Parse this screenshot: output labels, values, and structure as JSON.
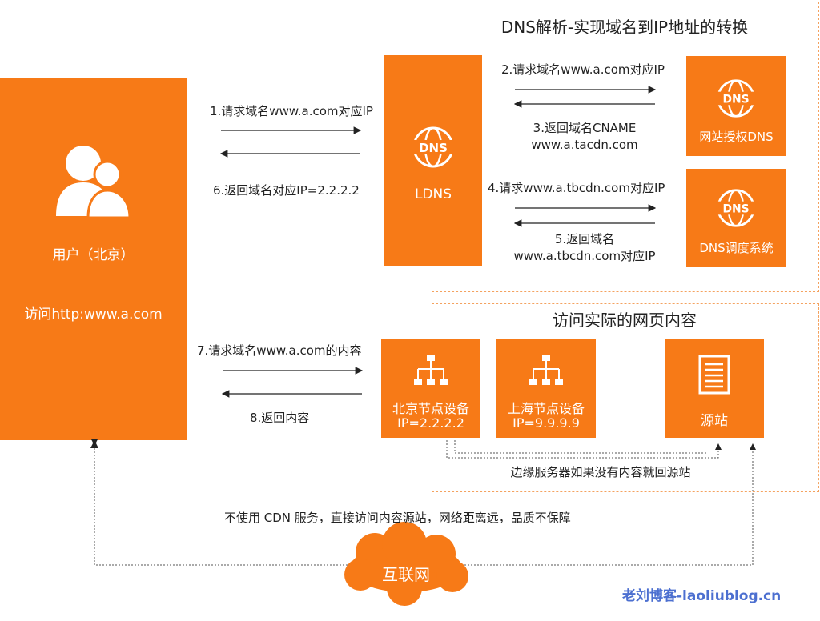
{
  "dns_section": {
    "title": "DNS解析-实现域名到IP地址的转换"
  },
  "content_section": {
    "title": "访问实际的网页内容"
  },
  "user_box": {
    "label": "用户（北京）",
    "action": "访问http:www.a.com",
    "icon": "user-group-icon"
  },
  "ldns_box": {
    "label": "LDNS",
    "icon": "dns-globe-icon"
  },
  "auth_dns_box": {
    "label": "网站授权DNS",
    "icon": "dns-globe-icon"
  },
  "sched_dns_box": {
    "label": "DNS调度系统",
    "icon": "dns-globe-icon"
  },
  "beijing_node": {
    "label": "北京节点设备",
    "ip": "IP=2.2.2.2",
    "icon": "network-hierarchy-icon"
  },
  "shanghai_node": {
    "label": "上海节点设备",
    "ip": "IP=9.9.9.9",
    "icon": "network-hierarchy-icon"
  },
  "origin_box": {
    "label": "源站",
    "icon": "document-icon"
  },
  "steps": {
    "s1": "1.请求域名www.a.com对应IP",
    "s2": "2.请求域名www.a.com对应IP",
    "s3_line1": "3.返回域名CNAME",
    "s3_line2": "www.a.tacdn.com",
    "s4": "4.请求www.a.tbcdn.com对应IP",
    "s5_line1": "5.返回域名",
    "s5_line2": "www.a.tbcdn.com对应IP",
    "s6": "6.返回域名对应IP=2.2.2.2",
    "s7": "7.请求域名www.a.com的内容",
    "s8": "8.返回内容"
  },
  "edge_note": "边缘服务器如果没有内容就回源站",
  "no_cdn_note": "不使用 CDN 服务，直接访问内容源站，网络距离远，品质不保障",
  "internet_label": "互联网",
  "watermark": "老刘博客-laoliublog.cn",
  "colors": {
    "accent": "#f77a17",
    "dashed_border": "#f4a25f",
    "watermark": "#4c6fd0"
  }
}
